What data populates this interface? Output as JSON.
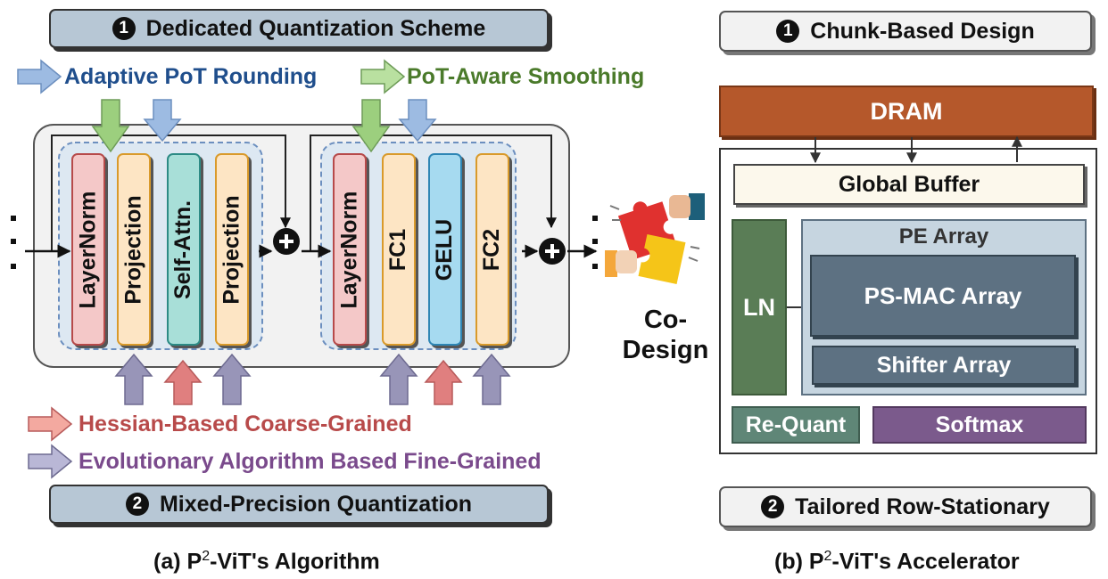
{
  "left": {
    "header_top": {
      "num": "1",
      "text": "Dedicated Quantization Scheme"
    },
    "header_bottom": {
      "num": "2",
      "text": "Mixed-Precision Quantization"
    },
    "legend": {
      "adaptive": "Adaptive PoT Rounding",
      "smoothing": "PoT-Aware Smoothing",
      "hessian": "Hessian-Based Coarse-Grained",
      "evolutionary": "Evolutionary Algorithm Based Fine-Grained"
    },
    "attn_block": [
      "LayerNorm",
      "Projection",
      "Self-Attn.",
      "Projection"
    ],
    "mlp_block": [
      "LayerNorm",
      "FC1",
      "GELU",
      "FC2"
    ],
    "caption": {
      "prefix": "(a) P",
      "sup": "2",
      "suffix": "-ViT's Algorithm"
    }
  },
  "center": {
    "codesign": "Co-\nDesign"
  },
  "right": {
    "header_top": {
      "num": "1",
      "text": "Chunk-Based Design"
    },
    "header_bottom": {
      "num": "2",
      "text": "Tailored Row-Stationary"
    },
    "dram": "DRAM",
    "global_buffer": "Global Buffer",
    "pe_array": "PE Array",
    "ln": "LN",
    "ps_mac": "PS-MAC Array",
    "shifter": "Shifter Array",
    "requant": "Re-Quant",
    "softmax": "Softmax",
    "caption": {
      "prefix": "(b) P",
      "sup": "2",
      "suffix": "-ViT's Accelerator"
    }
  },
  "colors": {
    "layernorm": "#f4c8c8",
    "projection": "#fde5c4",
    "attn": "#a8dfd8",
    "gelu": "#a6daf0",
    "blue_arrow": "#9dbbe2",
    "green_arrow": "#9ccf7e",
    "red_arrow": "#e07f7f",
    "purple_arrow": "#9895b8",
    "dram": "#b5582b",
    "slate": "#5d7182",
    "ln_green": "#5a7d56",
    "requant": "#5f8677",
    "softmax": "#7b5a8c"
  }
}
